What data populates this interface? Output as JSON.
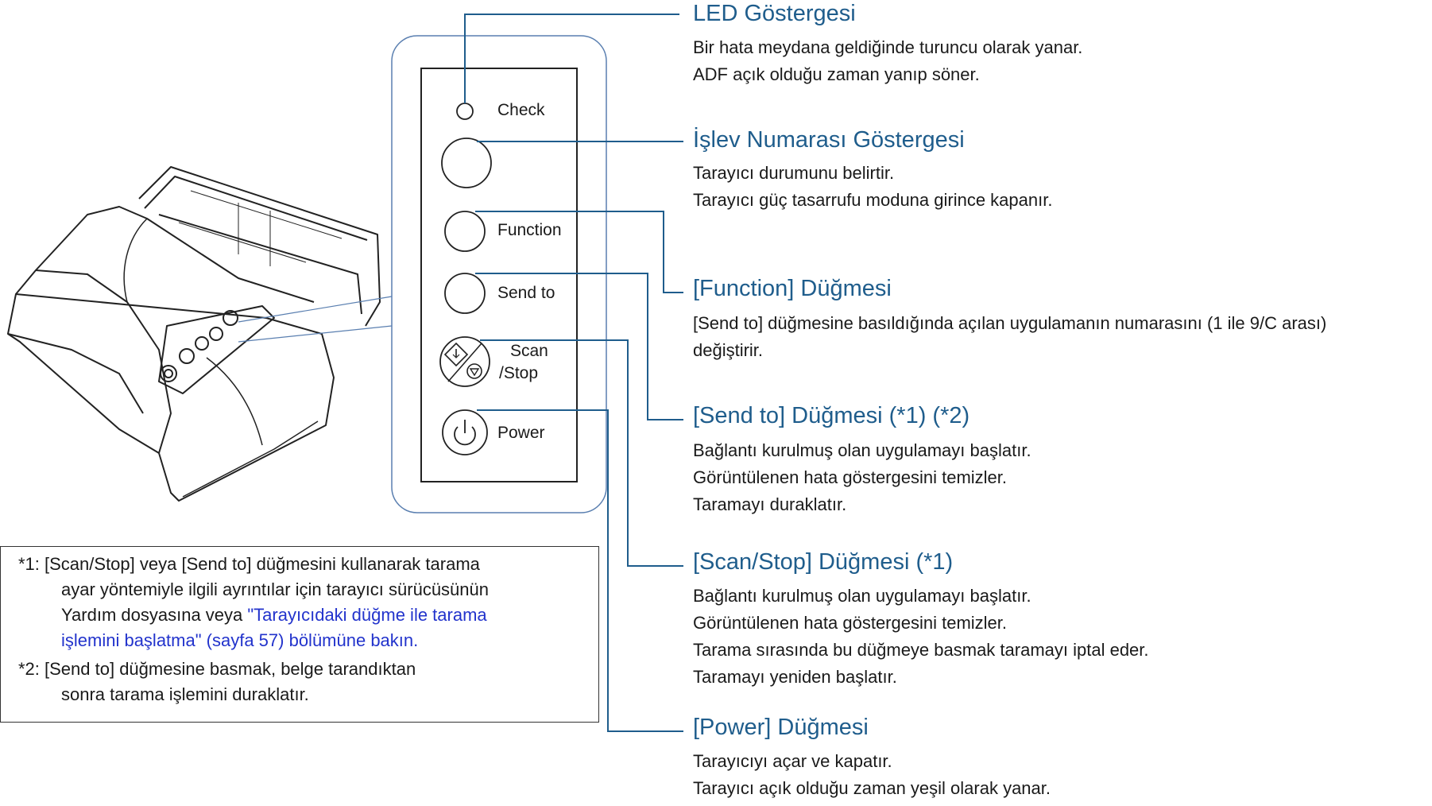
{
  "panel": {
    "check_label": "Check",
    "function_label": "Function",
    "send_to_label": "Send to",
    "scan_label_line1": "Scan",
    "scan_label_line2": "/Stop",
    "power_label": "Power"
  },
  "callouts": [
    {
      "title": "LED Göstergesi",
      "lines": [
        "Bir hata meydana geldiğinde turuncu olarak yanar.",
        "ADF açık olduğu zaman yanıp söner."
      ]
    },
    {
      "title": "İşlev Numarası Göstergesi",
      "lines": [
        "Tarayıcı durumunu belirtir.",
        "Tarayıcı güç tasarrufu moduna girince kapanır."
      ]
    },
    {
      "title": "[Function] Düğmesi",
      "lines": [
        "[Send to] düğmesine basıldığında açılan uygulamanın numarasını (1 ile 9/C arası)",
        "değiştirir."
      ]
    },
    {
      "title": "[Send to] Düğmesi (*1) (*2)",
      "lines": [
        "Bağlantı kurulmuş olan uygulamayı başlatır.",
        "Görüntülenen hata göstergesini temizler.",
        "Taramayı duraklatır."
      ]
    },
    {
      "title": "[Scan/Stop] Düğmesi (*1)",
      "lines": [
        "Bağlantı kurulmuş olan uygulamayı başlatır.",
        "Görüntülenen hata göstergesini temizler.",
        "Tarama sırasında bu düğmeye basmak taramayı iptal eder.",
        "Taramayı yeniden başlatır."
      ]
    },
    {
      "title": "[Power] Düğmesi",
      "lines": [
        "Tarayıcıyı açar ve kapatır.",
        "Tarayıcı açık olduğu zaman yeşil olarak yanar."
      ]
    }
  ],
  "footnotes": {
    "n1_prefix": "*1: [Scan/Stop] veya [Send to] düğmesini kullanarak tarama",
    "n1_line2": "ayar yöntemiyle ilgili ayrıntılar için tarayıcı sürücüsünün",
    "n1_line3_plain": "Yardım dosyasına veya ",
    "n1_line3_link": "\"Tarayıcıdaki düğme ile tarama",
    "n1_line4_link": "işlemini başlatma\" (sayfa 57) bölümüne bakın.",
    "n2_line1": "*2: [Send to] düğmesine basmak, belge tarandıktan",
    "n2_line2": "sonra tarama işlemini duraklatır."
  },
  "colors": {
    "heading": "#1f5d8c",
    "leader_line": "#1f5d8c",
    "link": "#2233cc"
  }
}
